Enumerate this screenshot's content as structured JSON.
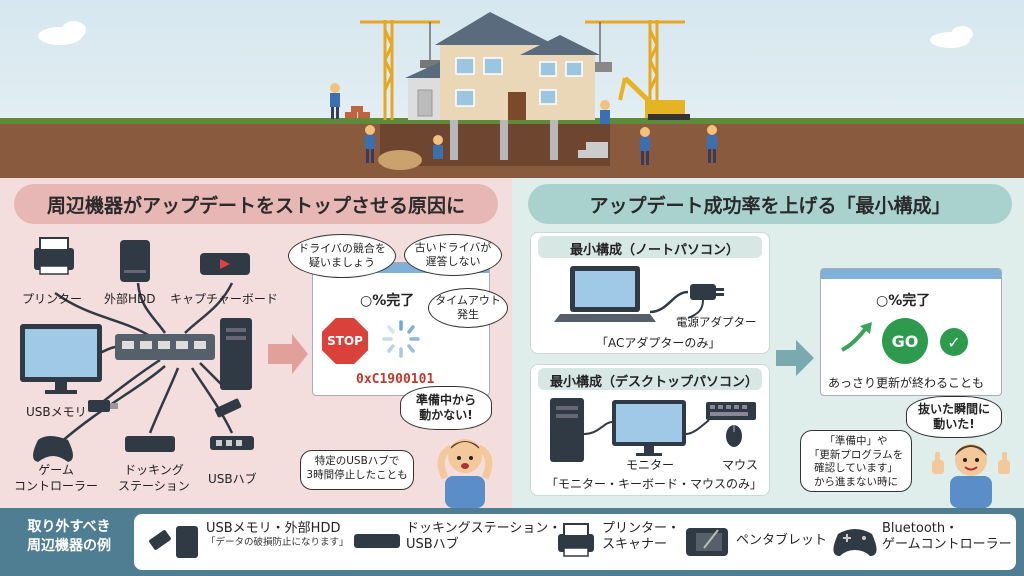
{
  "left_panel": {
    "title": "周辺機器がアップデートをストップさせる原因に",
    "devices": {
      "printer": "プリンター",
      "external_hdd": "外部HDD",
      "capture_board": "キャプチャーボード",
      "usb_memory": "USBメモリ",
      "game_controller": "ゲーム\nコントローラー",
      "docking_station": "ドッキング\nステーション",
      "usb_hub": "USBハブ"
    },
    "bubbles": {
      "driver_conflict": "ドライバの競合を\n疑いましょう",
      "old_driver": "古いドライバが\n遅答しない",
      "timeout": "タイムアウト\n発生"
    },
    "window": {
      "progress": "○%完了",
      "stop": "STOP",
      "error_code": "0xC1900101"
    },
    "stuck_speech": "準備中から\n動かない!",
    "usb_hub_note": "特定のUSBハブで\n3時間停止したことも"
  },
  "right_panel": {
    "title": "アップデート成功率を上げる「最小構成」",
    "laptop_card": {
      "title": "最小構成（ノートパソコン）",
      "adapter_label": "電源アダプター",
      "caption": "「ACアダプターのみ」"
    },
    "desktop_card": {
      "title": "最小構成（デスクトップパソコン）",
      "monitor": "モニター",
      "mouse": "マウス",
      "caption": "「モニター・キーボード・マウスのみ」"
    },
    "success_window": {
      "progress": "○%完了",
      "go": "GO",
      "caption": "あっさり更新が終わることも"
    },
    "moved_speech": "抜いた瞬間に\n動いた!",
    "preparing_note": "「準備中」や\n「更新プログラムを\n確認しています」\nから進まない時に"
  },
  "bottom": {
    "title": "取り外すべき\n周辺機器の例",
    "items": [
      {
        "label": "USBメモリ・外部HDD",
        "sub": "「データの破損防止になります」"
      },
      {
        "label": "ドッキングステーション・\nUSBハブ",
        "sub": ""
      },
      {
        "label": "プリンター・\nスキャナー",
        "sub": ""
      },
      {
        "label": "ペンタブレット",
        "sub": ""
      },
      {
        "label": "Bluetooth・\nゲームコントローラー",
        "sub": ""
      }
    ]
  },
  "colors": {
    "left_bg": "#f4dedd",
    "right_bg": "#dfeeeb",
    "bottom_bg": "#4f7d92",
    "stop_red": "#d9413a",
    "go_green": "#2e9a4e",
    "error_red": "#c0392b"
  }
}
